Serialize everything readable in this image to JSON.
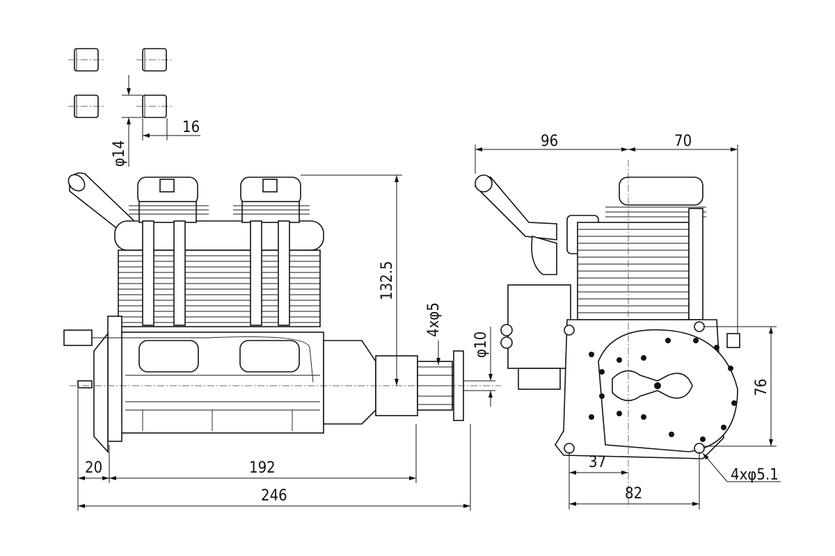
{
  "drawing": {
    "colors": {
      "line": "#111111",
      "background": "#ffffff"
    },
    "dimensions": {
      "bush_length": "16",
      "bush_diameter": "φ14",
      "side_front_to_axis": "96",
      "side_axis_to_rear": "70",
      "height": "132.5",
      "hub_bolts": "4xφ5",
      "hub_diameter": "φ10",
      "mount_vertical": "76",
      "flange_offset": "20",
      "flange_to_hub": "192",
      "overall_length": "246",
      "mount_half": "37",
      "mount_width": "82",
      "mount_holes": "4xφ5.1"
    }
  }
}
